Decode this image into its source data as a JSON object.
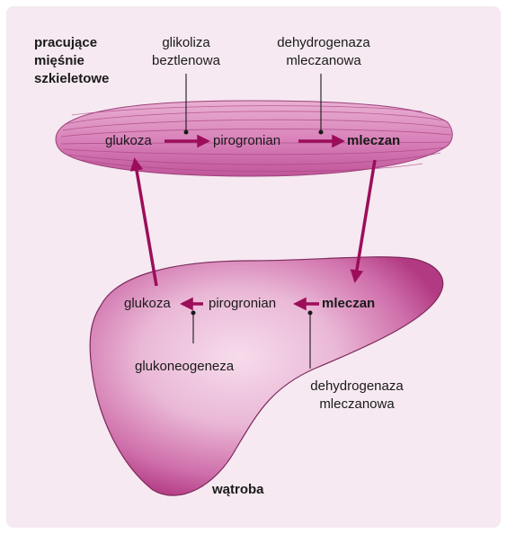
{
  "colors": {
    "panel": "#f6e9f1",
    "arrow": "#9c0e5a",
    "muscle_light": "#e6a3cc",
    "muscle_dark": "#b5468a",
    "liver_light": "#f4d3e8",
    "liver_dark": "#b33c84"
  },
  "muscle": {
    "title_line1": "pracujące",
    "title_line2": "mięśnie",
    "title_line3": "szkieletowe",
    "glycolysis_line1": "glikoliza",
    "glycolysis_line2": "beztlenowa",
    "enzyme_line1": "dehydrogenaza",
    "enzyme_line2": "mleczanowa",
    "glucose": "glukoza",
    "pyruvate": "pirogronian",
    "lactate": "mleczan"
  },
  "liver": {
    "title": "wątroba",
    "glucose": "glukoza",
    "pyruvate": "pirogronian",
    "lactate": "mleczan",
    "gluconeogenesis": "glukoneogeneza",
    "enzyme_line1": "dehydrogenaza",
    "enzyme_line2": "mleczanowa"
  }
}
